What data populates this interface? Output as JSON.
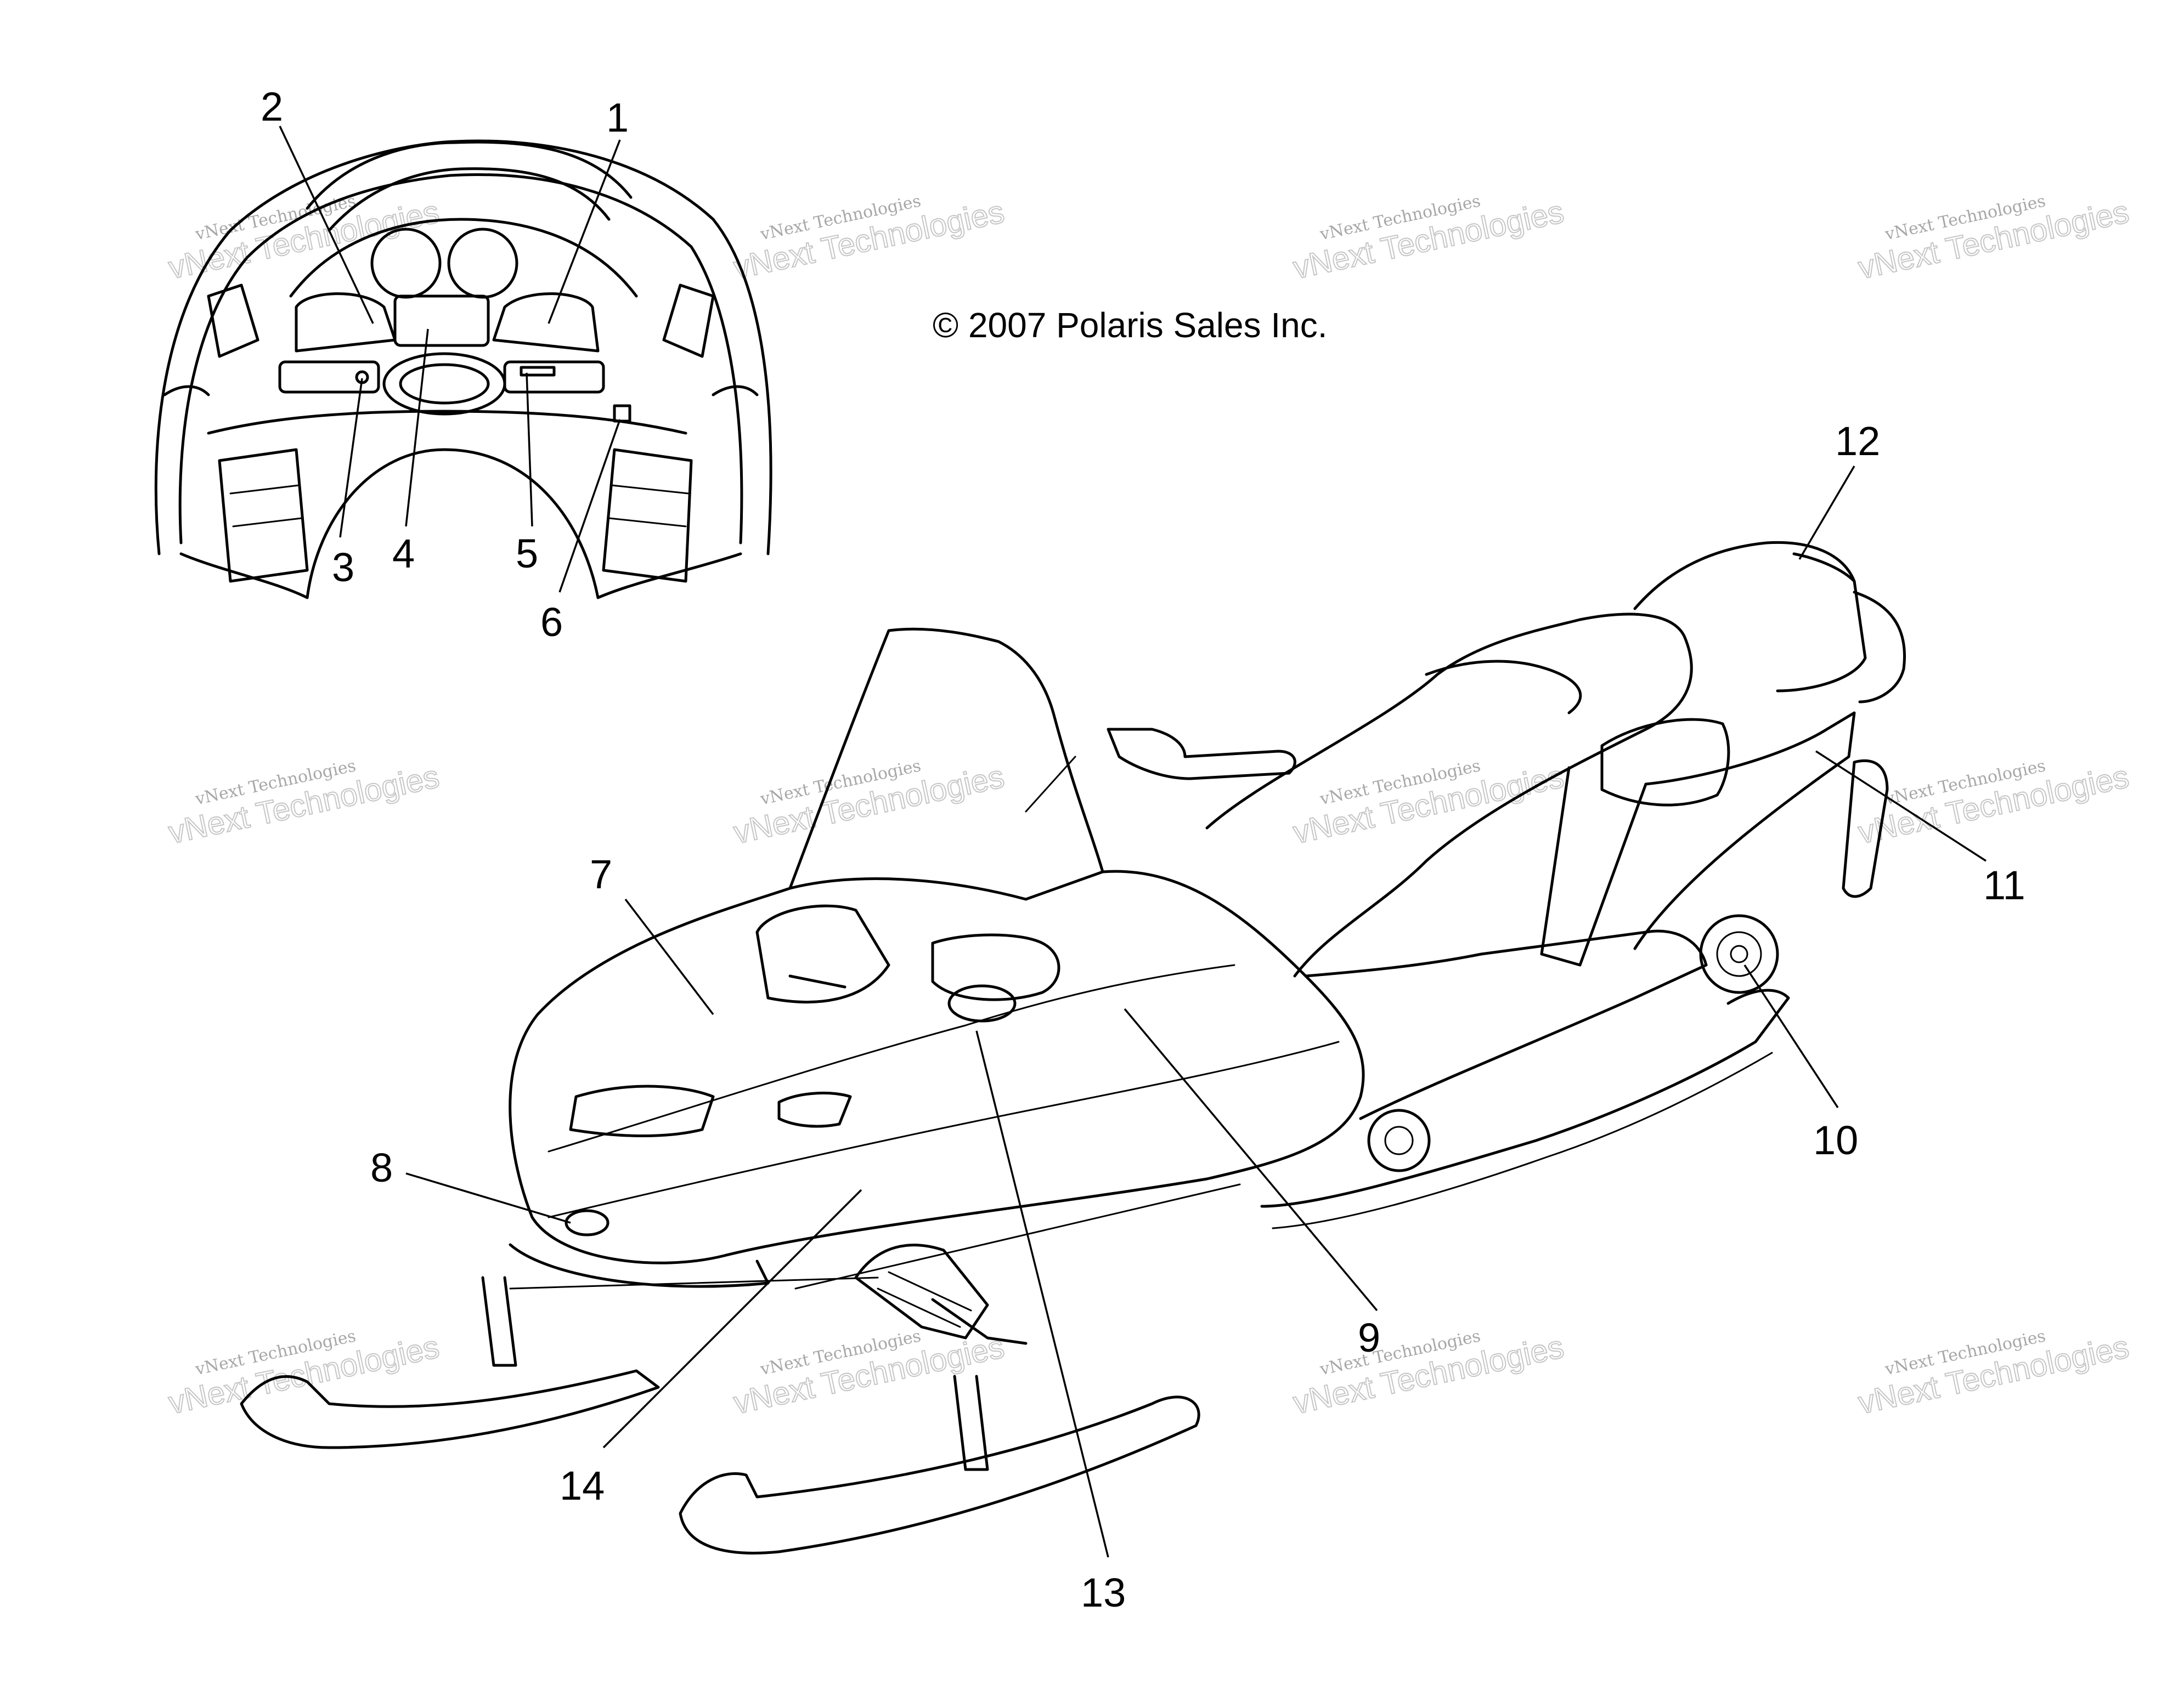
{
  "copyright": "© 2007 Polaris Sales Inc.",
  "watermark": {
    "line1": "vNext Technologies",
    "line2": "vNext Technologies"
  },
  "callouts": [
    "1",
    "2",
    "3",
    "4",
    "5",
    "6",
    "7",
    "8",
    "9",
    "10",
    "11",
    "12",
    "13",
    "14"
  ]
}
